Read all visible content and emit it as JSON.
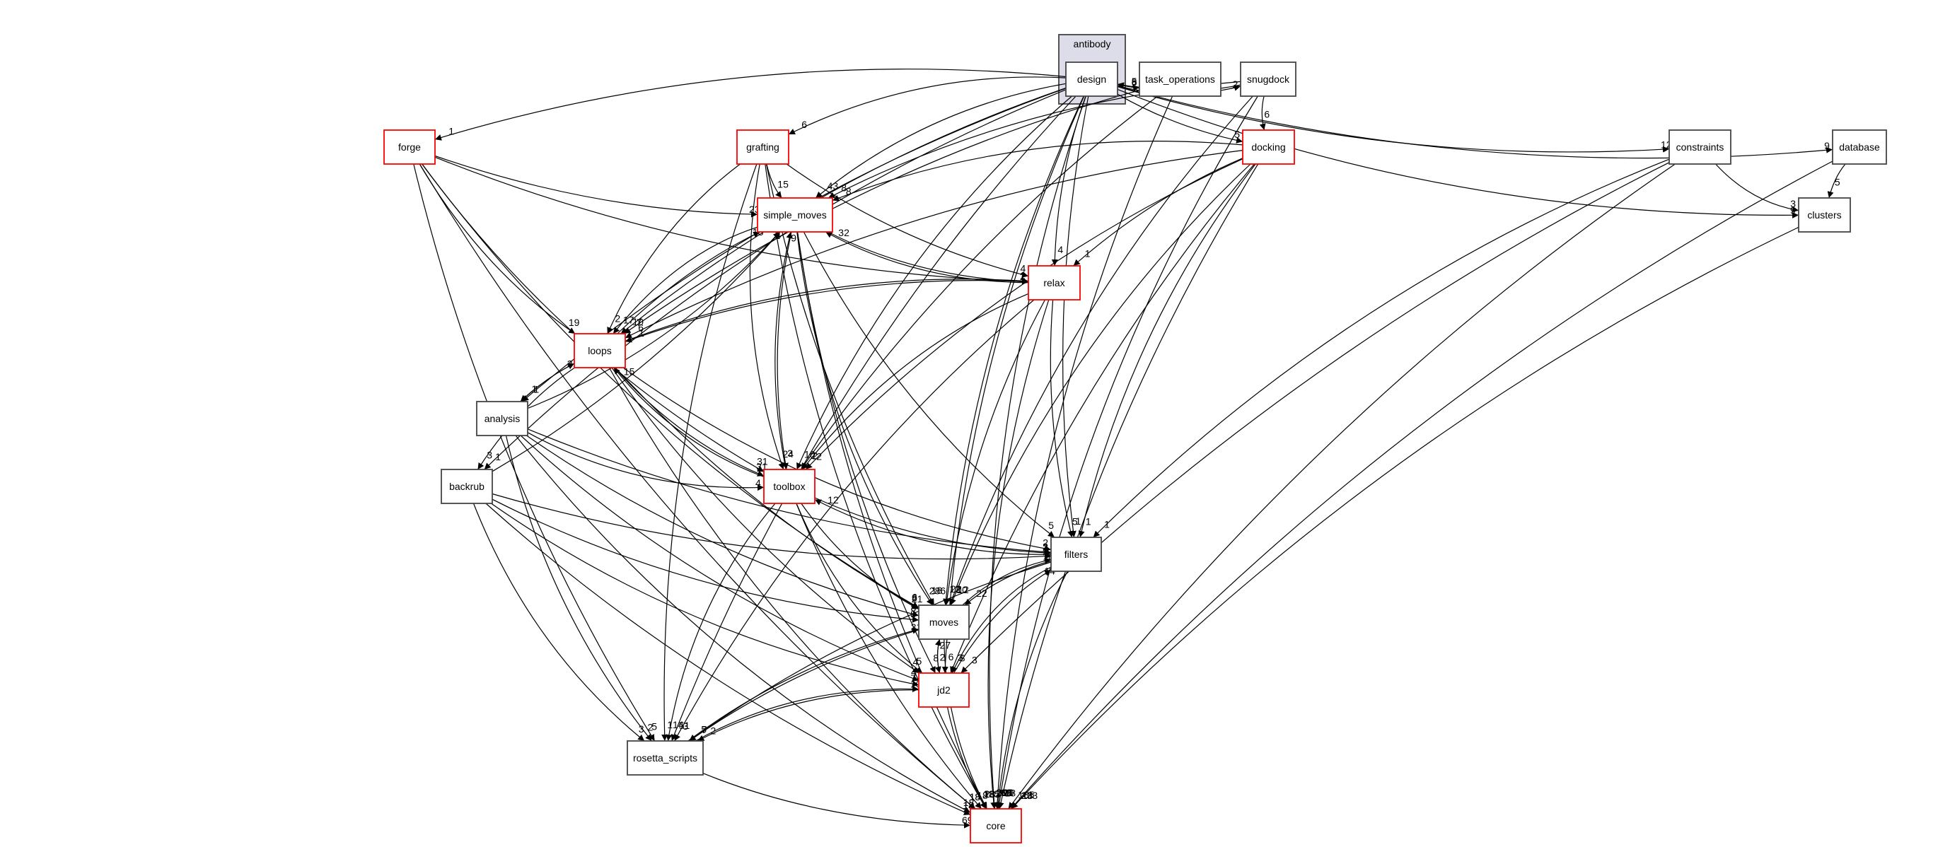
{
  "title": "antibody directory dependency graph",
  "colors": {
    "cluster_fill": "#dddde9",
    "cluster_stroke": "#444444",
    "focus_fill": "#ebebfb",
    "normal_stroke": "#444444",
    "incomplete_stroke": "#ff0000",
    "edge": "#000000"
  },
  "cluster": {
    "label": "antibody"
  },
  "nodes": [
    {
      "id": "design",
      "label": "design",
      "style": "focus"
    },
    {
      "id": "task_operations",
      "label": "task_operations",
      "style": "normal"
    },
    {
      "id": "snugdock",
      "label": "snugdock",
      "style": "normal"
    },
    {
      "id": "forge",
      "label": "forge",
      "style": "incomplete"
    },
    {
      "id": "grafting",
      "label": "grafting",
      "style": "incomplete"
    },
    {
      "id": "docking",
      "label": "docking",
      "style": "incomplete"
    },
    {
      "id": "constraints",
      "label": "constraints",
      "style": "normal"
    },
    {
      "id": "database",
      "label": "database",
      "style": "normal"
    },
    {
      "id": "simple_moves",
      "label": "simple_moves",
      "style": "incomplete"
    },
    {
      "id": "clusters",
      "label": "clusters",
      "style": "normal"
    },
    {
      "id": "relax",
      "label": "relax",
      "style": "incomplete"
    },
    {
      "id": "loops",
      "label": "loops",
      "style": "incomplete"
    },
    {
      "id": "analysis",
      "label": "analysis",
      "style": "normal"
    },
    {
      "id": "backrub",
      "label": "backrub",
      "style": "normal"
    },
    {
      "id": "toolbox",
      "label": "toolbox",
      "style": "incomplete"
    },
    {
      "id": "filters",
      "label": "filters",
      "style": "normal"
    },
    {
      "id": "moves",
      "label": "moves",
      "style": "normal"
    },
    {
      "id": "jd2",
      "label": "jd2",
      "style": "incomplete"
    },
    {
      "id": "rosetta_scripts",
      "label": "rosetta_scripts",
      "style": "normal"
    },
    {
      "id": "core",
      "label": "core",
      "style": "incomplete"
    }
  ],
  "edges": [
    {
      "from": "design",
      "to": "task_operations",
      "label": "2"
    },
    {
      "from": "task_operations",
      "to": "design",
      "label": "5"
    },
    {
      "from": "design",
      "to": "snugdock",
      "label": "2"
    },
    {
      "from": "design",
      "to": "forge",
      "label": "1"
    },
    {
      "from": "design",
      "to": "grafting",
      "label": "6"
    },
    {
      "from": "design",
      "to": "docking",
      "label": "5"
    },
    {
      "from": "design",
      "to": "constraints",
      "label": "12"
    },
    {
      "from": "design",
      "to": "database",
      "label": "9"
    },
    {
      "from": "design",
      "to": "clusters",
      "label": "9"
    },
    {
      "from": "design",
      "to": "simple_moves",
      "label": "43"
    },
    {
      "from": "design",
      "to": "relax",
      "label": "4"
    },
    {
      "from": "design",
      "to": "loops",
      "label": "10"
    },
    {
      "from": "design",
      "to": "analysis",
      "label": "1"
    },
    {
      "from": "design",
      "to": "backrub",
      "label": "1"
    },
    {
      "from": "design",
      "to": "toolbox",
      "label": "10"
    },
    {
      "from": "design",
      "to": "filters",
      "label": "1"
    },
    {
      "from": "design",
      "to": "moves",
      "label": "12"
    },
    {
      "from": "design",
      "to": "jd2",
      "label": "6"
    },
    {
      "from": "design",
      "to": "rosetta_scripts",
      "label": "51"
    },
    {
      "from": "design",
      "to": "core",
      "label": "291"
    },
    {
      "from": "snugdock",
      "to": "docking",
      "label": "6"
    },
    {
      "from": "snugdock",
      "to": "design",
      "label": "8"
    },
    {
      "from": "snugdock",
      "to": "simple_moves",
      "label": "8"
    },
    {
      "from": "snugdock",
      "to": "moves",
      "label": "10"
    },
    {
      "from": "snugdock",
      "to": "core",
      "label": "20"
    },
    {
      "from": "task_operations",
      "to": "toolbox",
      "label": "2"
    },
    {
      "from": "task_operations",
      "to": "loops",
      "label": "7"
    },
    {
      "from": "task_operations",
      "to": "core",
      "label": "69"
    },
    {
      "from": "constraints",
      "to": "clusters",
      "label": "3"
    },
    {
      "from": "constraints",
      "to": "filters",
      "label": "1"
    },
    {
      "from": "constraints",
      "to": "jd2",
      "label": "3"
    },
    {
      "from": "constraints",
      "to": "core",
      "label": "135"
    },
    {
      "from": "database",
      "to": "clusters",
      "label": "5"
    },
    {
      "from": "database",
      "to": "core",
      "label": "233"
    },
    {
      "from": "clusters",
      "to": "core",
      "label": "18"
    },
    {
      "from": "forge",
      "to": "simple_moves",
      "label": "23"
    },
    {
      "from": "forge",
      "to": "relax",
      "label": "2"
    },
    {
      "from": "forge",
      "to": "loops",
      "label": "19"
    },
    {
      "from": "forge",
      "to": "toolbox",
      "label": "31"
    },
    {
      "from": "forge",
      "to": "moves",
      "label": "6"
    },
    {
      "from": "forge",
      "to": "rosetta_scripts",
      "label": "5"
    },
    {
      "from": "forge",
      "to": "core",
      "label": "18"
    },
    {
      "from": "grafting",
      "to": "simple_moves",
      "label": "15"
    },
    {
      "from": "grafting",
      "to": "loops",
      "label": "2"
    },
    {
      "from": "grafting",
      "to": "toolbox",
      "label": "24"
    },
    {
      "from": "grafting",
      "to": "moves",
      "label": "18"
    },
    {
      "from": "grafting",
      "to": "relax",
      "label": "4"
    },
    {
      "from": "grafting",
      "to": "rosetta_scripts",
      "label": "1"
    },
    {
      "from": "grafting",
      "to": "core",
      "label": "18"
    },
    {
      "from": "docking",
      "to": "simple_moves",
      "label": "8"
    },
    {
      "from": "docking",
      "to": "relax",
      "label": "1"
    },
    {
      "from": "docking",
      "to": "loops",
      "label": "6"
    },
    {
      "from": "docking",
      "to": "toolbox",
      "label": "2"
    },
    {
      "from": "docking",
      "to": "filters",
      "label": "1"
    },
    {
      "from": "docking",
      "to": "moves",
      "label": "12"
    },
    {
      "from": "docking",
      "to": "jd2",
      "label": "3"
    },
    {
      "from": "docking",
      "to": "core",
      "label": "18"
    },
    {
      "from": "simple_moves",
      "to": "relax",
      "label": "2"
    },
    {
      "from": "relax",
      "to": "simple_moves",
      "label": "32"
    },
    {
      "from": "simple_moves",
      "to": "loops",
      "label": "17"
    },
    {
      "from": "loops",
      "to": "simple_moves",
      "label": "18"
    },
    {
      "from": "simple_moves",
      "to": "toolbox",
      "label": "3"
    },
    {
      "from": "toolbox",
      "to": "simple_moves",
      "label": "9"
    },
    {
      "from": "simple_moves",
      "to": "filters",
      "label": "5"
    },
    {
      "from": "simple_moves",
      "to": "moves",
      "label": "286"
    },
    {
      "from": "simple_moves",
      "to": "jd2",
      "label": "8"
    },
    {
      "from": "simple_moves",
      "to": "core",
      "label": "18"
    },
    {
      "from": "relax",
      "to": "loops",
      "label": "1"
    },
    {
      "from": "loops",
      "to": "relax",
      "label": "1"
    },
    {
      "from": "relax",
      "to": "toolbox",
      "label": "2"
    },
    {
      "from": "relax",
      "to": "filters",
      "label": "5"
    },
    {
      "from": "relax",
      "to": "moves",
      "label": "22"
    },
    {
      "from": "relax",
      "to": "rosetta_scripts",
      "label": "3"
    },
    {
      "from": "relax",
      "to": "core",
      "label": "20"
    },
    {
      "from": "loops",
      "to": "analysis",
      "label": "1"
    },
    {
      "from": "analysis",
      "to": "loops",
      "label": "3"
    },
    {
      "from": "loops",
      "to": "backrub",
      "label": "3"
    },
    {
      "from": "loops",
      "to": "toolbox",
      "label": "31"
    },
    {
      "from": "toolbox",
      "to": "loops",
      "label": "15"
    },
    {
      "from": "loops",
      "to": "filters",
      "label": "2"
    },
    {
      "from": "loops",
      "to": "moves",
      "label": "8"
    },
    {
      "from": "loops",
      "to": "jd2",
      "label": "4"
    },
    {
      "from": "loops",
      "to": "core",
      "label": "18"
    },
    {
      "from": "analysis",
      "to": "simple_moves",
      "label": "2"
    },
    {
      "from": "analysis",
      "to": "toolbox",
      "label": "4"
    },
    {
      "from": "analysis",
      "to": "filters",
      "label": "2"
    },
    {
      "from": "analysis",
      "to": "moves",
      "label": "8"
    },
    {
      "from": "analysis",
      "to": "jd2",
      "label": "4"
    },
    {
      "from": "analysis",
      "to": "rosetta_scripts",
      "label": "2"
    },
    {
      "from": "analysis",
      "to": "core",
      "label": "18"
    },
    {
      "from": "backrub",
      "to": "simple_moves",
      "label": "4"
    },
    {
      "from": "backrub",
      "to": "filters",
      "label": "2"
    },
    {
      "from": "backrub",
      "to": "moves",
      "label": "8"
    },
    {
      "from": "backrub",
      "to": "jd2",
      "label": "7"
    },
    {
      "from": "backrub",
      "to": "rosetta_scripts",
      "label": "3"
    },
    {
      "from": "backrub",
      "to": "core",
      "label": "18"
    },
    {
      "from": "toolbox",
      "to": "filters",
      "label": "2"
    },
    {
      "from": "toolbox",
      "to": "moves",
      "label": "21"
    },
    {
      "from": "toolbox",
      "to": "jd2",
      "label": "5"
    },
    {
      "from": "toolbox",
      "to": "rosetta_scripts",
      "label": "14"
    },
    {
      "from": "toolbox",
      "to": "core",
      "label": "18"
    },
    {
      "from": "filters",
      "to": "moves",
      "label": "22"
    },
    {
      "from": "moves",
      "to": "filters",
      "label": "16"
    },
    {
      "from": "filters",
      "to": "toolbox",
      "label": "12"
    },
    {
      "from": "filters",
      "to": "jd2",
      "label": "8"
    },
    {
      "from": "filters",
      "to": "rosetta_scripts",
      "label": "5"
    },
    {
      "from": "filters",
      "to": "core",
      "label": "18"
    },
    {
      "from": "jd2",
      "to": "filters",
      "label": "14"
    },
    {
      "from": "moves",
      "to": "jd2",
      "label": "2"
    },
    {
      "from": "jd2",
      "to": "moves",
      "label": "27"
    },
    {
      "from": "moves",
      "to": "rosetta_scripts",
      "label": "7"
    },
    {
      "from": "rosetta_scripts",
      "to": "moves",
      "label": "31"
    },
    {
      "from": "moves",
      "to": "core",
      "label": "233"
    },
    {
      "from": "jd2",
      "to": "rosetta_scripts",
      "label": "2"
    },
    {
      "from": "rosetta_scripts",
      "to": "jd2",
      "label": "10"
    },
    {
      "from": "jd2",
      "to": "core",
      "label": "135"
    },
    {
      "from": "rosetta_scripts",
      "to": "core",
      "label": "69"
    }
  ]
}
